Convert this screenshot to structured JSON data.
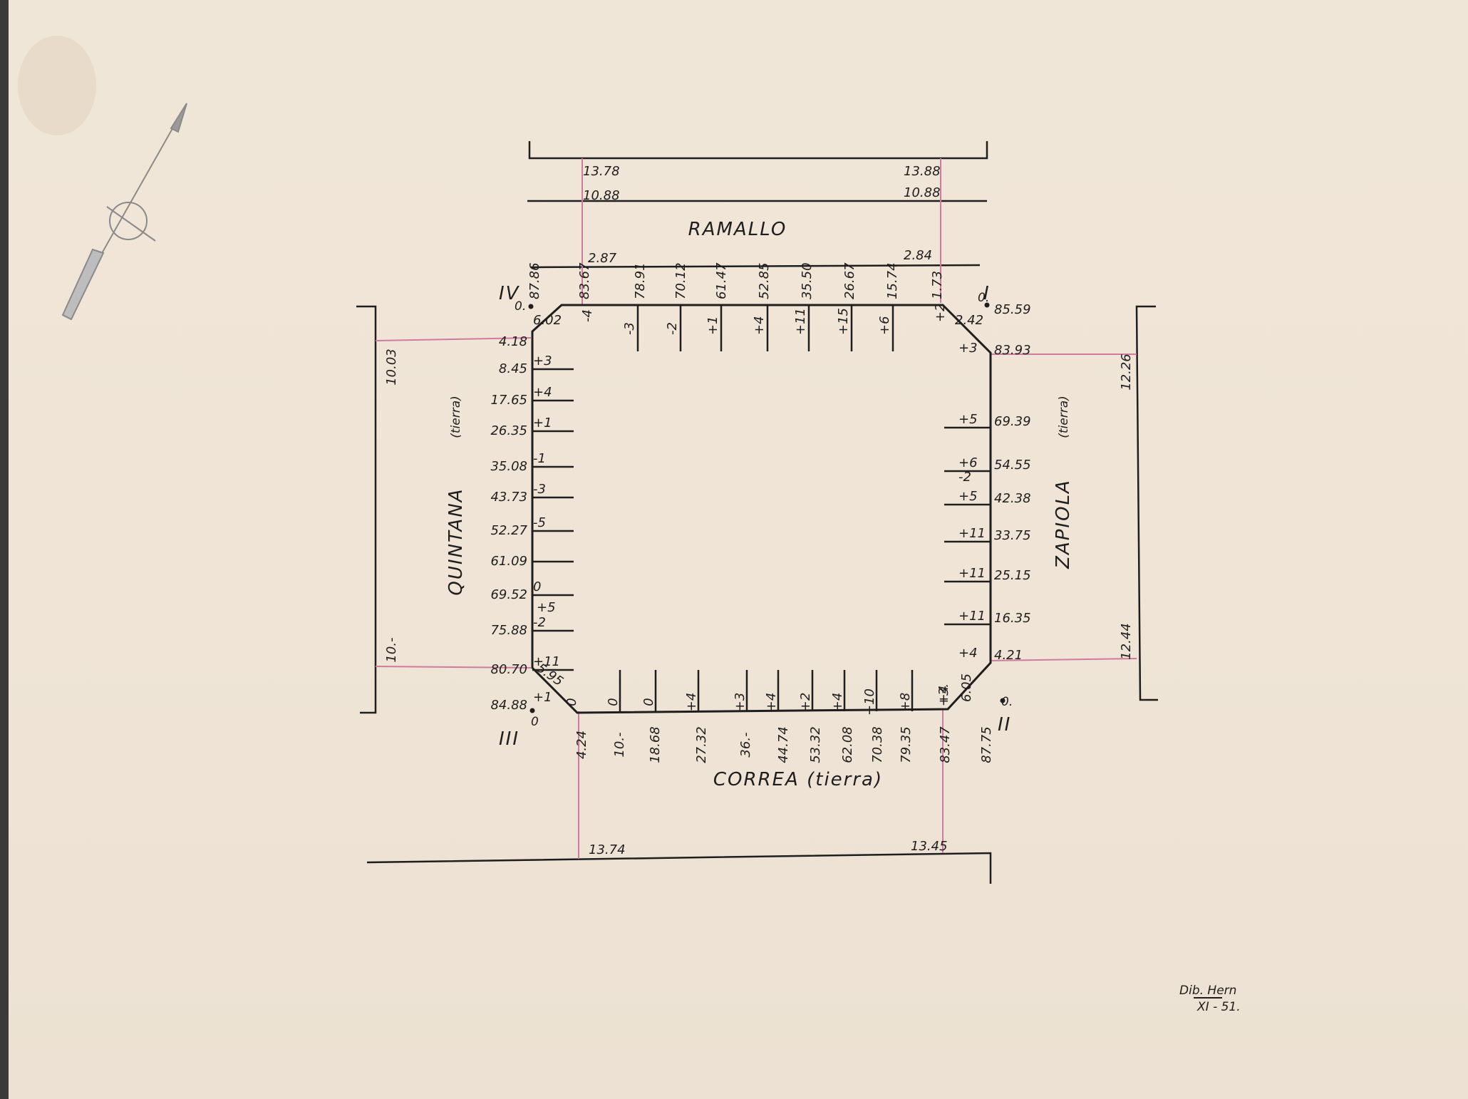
{
  "colors": {
    "paper": "#efe4d6",
    "ink": "#1e1e1e",
    "pink_line": "#d07aa0"
  },
  "streets": {
    "north": "RAMALLO",
    "south": "CORREA (tierra)",
    "west_name": "QUINTANA",
    "west_note": "(tierra)",
    "east_name": "ZAPIOLA",
    "east_note": "(tierra)"
  },
  "corners": {
    "I": "I",
    "II": "II",
    "III": "III",
    "IV": "IV",
    "zero_I": "0.",
    "zero_II": "0.",
    "zero_III": "0",
    "zero_IV": "0."
  },
  "north_street_dims": {
    "left_top": "13.78",
    "left_mid": "10.88",
    "left_low": "2.87",
    "right_top": "13.88",
    "right_mid": "10.88",
    "right_low": "2.84"
  },
  "north_side": {
    "positions": [
      "87.86",
      "83.67",
      "78.91",
      "70.12",
      "61.47",
      "52.85",
      "35.50",
      "26.67",
      "15.74",
      "1.73"
    ],
    "levels": [
      "-4",
      "-3",
      "-2",
      "+1",
      "+4",
      "+11",
      "+15",
      "+6",
      "+2"
    ],
    "chamfer_left": "6.02",
    "chamfer_right": "2.42"
  },
  "west_side": {
    "positions": [
      "4.18",
      "8.45",
      "17.65",
      "26.35",
      "35.08",
      "43.73",
      "52.27",
      "61.09",
      "69.52",
      "75.88",
      "80.70",
      "84.88"
    ],
    "levels": [
      "+3",
      "+4",
      "+1",
      "-1",
      "-3",
      "-5",
      "",
      "0",
      "-2",
      "+11",
      "+1"
    ],
    "level_extra": "+5",
    "chamfer": "5.95",
    "dim_top": "10.03",
    "dim_bottom": "10.-"
  },
  "east_side": {
    "positions": [
      "85.59",
      "83.93",
      "69.39",
      "54.55",
      "42.38",
      "33.75",
      "25.15",
      "16.35",
      "4.21"
    ],
    "levels": [
      "+3",
      "+5",
      "+6",
      "+5",
      "+11",
      "+11",
      "+11",
      "+4"
    ],
    "level_extra": "-2",
    "chamfer": "6.05",
    "dim_top": "12.26",
    "dim_bottom": "12.44"
  },
  "south_side": {
    "positions": [
      "4.24",
      "10.-",
      "18.68",
      "27.32",
      "36.-",
      "44.74",
      "53.32",
      "62.08",
      "70.38",
      "79.35",
      "83.47",
      "87.75"
    ],
    "levels": [
      "0",
      "0",
      "0",
      "+4",
      "+3",
      "+4",
      "+2",
      "+4",
      "+10",
      "+8",
      "+3.",
      "+4"
    ],
    "dim_left": "13.74",
    "dim_right": "13.45"
  },
  "signature": {
    "line1": "Dib. Hern",
    "line2": "XI - 51."
  }
}
